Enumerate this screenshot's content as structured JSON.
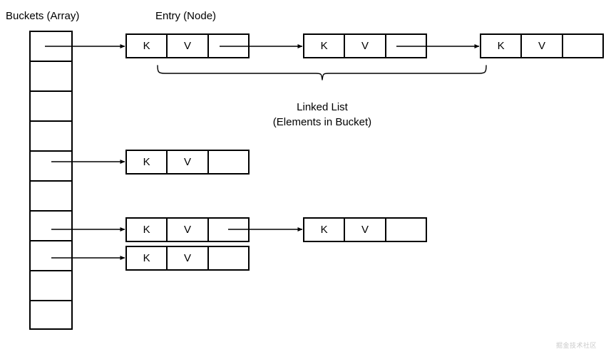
{
  "diagram": {
    "title_labels": {
      "buckets": "Buckets (Array)",
      "entry": "Entry (Node)",
      "linked_list_line1": "Linked List",
      "linked_list_line2": "(Elements in Bucket)"
    },
    "watermark": "掘金技术社区",
    "colors": {
      "stroke": "#000000",
      "background": "#ffffff",
      "text": "#000000",
      "watermark": "#c9c9c9"
    },
    "bucket_array": {
      "cell_count": 10,
      "cells": [
        {
          "index": 0,
          "has_chain": true
        },
        {
          "index": 1,
          "has_chain": false
        },
        {
          "index": 2,
          "has_chain": false
        },
        {
          "index": 3,
          "has_chain": false
        },
        {
          "index": 4,
          "has_chain": true
        },
        {
          "index": 5,
          "has_chain": false
        },
        {
          "index": 6,
          "has_chain": true
        },
        {
          "index": 7,
          "has_chain": true
        },
        {
          "index": 8,
          "has_chain": false
        },
        {
          "index": 9,
          "has_chain": false
        }
      ]
    },
    "node_fields": {
      "key": "K",
      "value": "V",
      "next": ""
    },
    "chains": [
      {
        "name": "chain-bucket-0",
        "bucket_index": 0,
        "node_count": 3,
        "nodes": [
          {
            "key": "K",
            "value": "V",
            "next": ""
          },
          {
            "key": "K",
            "value": "V",
            "next": ""
          },
          {
            "key": "K",
            "value": "V",
            "next": ""
          }
        ]
      },
      {
        "name": "chain-bucket-4",
        "bucket_index": 4,
        "node_count": 1,
        "nodes": [
          {
            "key": "K",
            "value": "V",
            "next": ""
          }
        ]
      },
      {
        "name": "chain-bucket-6",
        "bucket_index": 6,
        "node_count": 2,
        "nodes": [
          {
            "key": "K",
            "value": "V",
            "next": ""
          },
          {
            "key": "K",
            "value": "V",
            "next": ""
          }
        ]
      },
      {
        "name": "chain-bucket-7",
        "bucket_index": 7,
        "node_count": 1,
        "nodes": [
          {
            "key": "K",
            "value": "V",
            "next": ""
          }
        ]
      }
    ],
    "brace": {
      "label_line1": "Linked List",
      "label_line2": "(Elements in Bucket)",
      "spans_chain": "chain-bucket-0"
    }
  }
}
